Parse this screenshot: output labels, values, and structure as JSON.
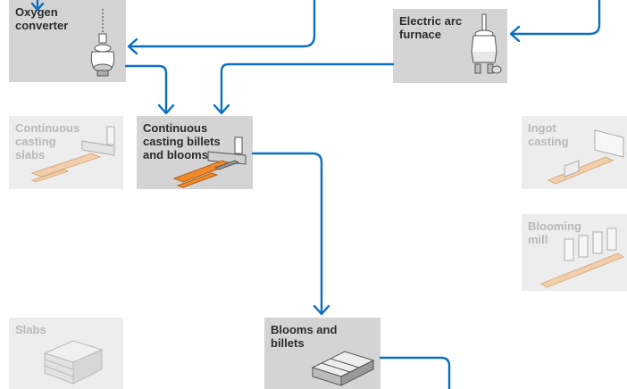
{
  "nodes": {
    "oxygen_converter": {
      "label": "Oxygen\nconverter",
      "faded": false
    },
    "electric_arc_furnace": {
      "label": "Electric arc\nfurnace",
      "faded": false
    },
    "continuous_casting_slabs": {
      "label": "Continuous\ncasting\nslabs",
      "faded": true
    },
    "continuous_casting_billets": {
      "label": "Continuous\ncasting billets\nand blooms",
      "faded": false
    },
    "ingot_casting": {
      "label": "Ingot\ncasting",
      "faded": true
    },
    "blooming_mill": {
      "label": "Blooming\nmill",
      "faded": true
    },
    "slabs": {
      "label": "Slabs",
      "faded": true
    },
    "blooms_and_billets": {
      "label": "Blooms and\nbillets",
      "faded": false
    }
  },
  "colors": {
    "arrow": "#0a6fc2",
    "box": "#d4d4d4",
    "box_faded": "#ededed",
    "orange": "#f08a2a",
    "metal": "#b8b8b8"
  }
}
